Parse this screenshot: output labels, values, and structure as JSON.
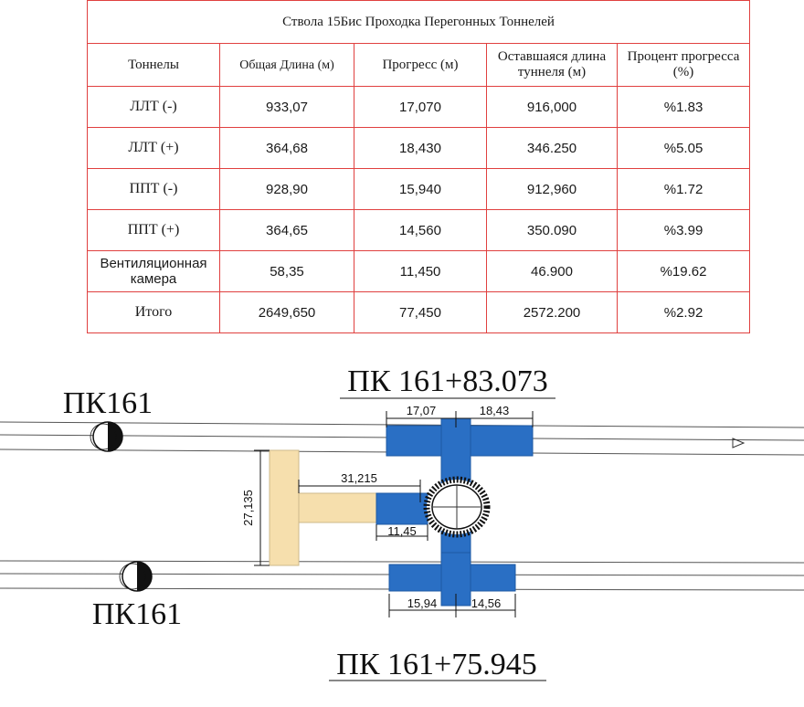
{
  "table": {
    "title": "Ствола 15Бис Проходка Перегонных Тоннелей",
    "headers": [
      "Тоннелы",
      "Общая Длина  (м)",
      "Прогресс (м)",
      "Оставшаяся длина туннеля (м)",
      "Процент прогресса (%)"
    ],
    "rows": [
      [
        "ЛЛТ (-)",
        "933,07",
        "17,070",
        "916,000",
        "%1.83"
      ],
      [
        "ЛЛТ (+)",
        "364,68",
        "18,430",
        "346.250",
        "%5.05"
      ],
      [
        "ППТ (-)",
        "928,90",
        "15,940",
        "912,960",
        "%1.72"
      ],
      [
        "ППТ (+)",
        "364,65",
        "14,560",
        "350.090",
        "%3.99"
      ],
      [
        "Вентиляционная камера",
        "58,35",
        "11,450",
        "46.900",
        "%19.62"
      ],
      [
        "Итого",
        "2649,650",
        "77,450",
        "2572.200",
        "%2.92"
      ]
    ]
  },
  "plan": {
    "pk_top_right": "ПК 161+83.073",
    "pk_bottom_center": "ПК 161+75.945",
    "pk_left_top": "ПК161",
    "pk_left_bottom": "ПК161",
    "dims": {
      "top_left": "17,07",
      "top_right": "18,43",
      "bottom_left": "15,94",
      "bottom_right": "14,56",
      "passage_length": "31,215",
      "chamber_height": "27,135",
      "stub_length": "11,45"
    },
    "colors": {
      "tunnel_fill": "#2a6fc4",
      "chamber_fill": "#f6dfad",
      "table_border": "#e0403f"
    }
  }
}
